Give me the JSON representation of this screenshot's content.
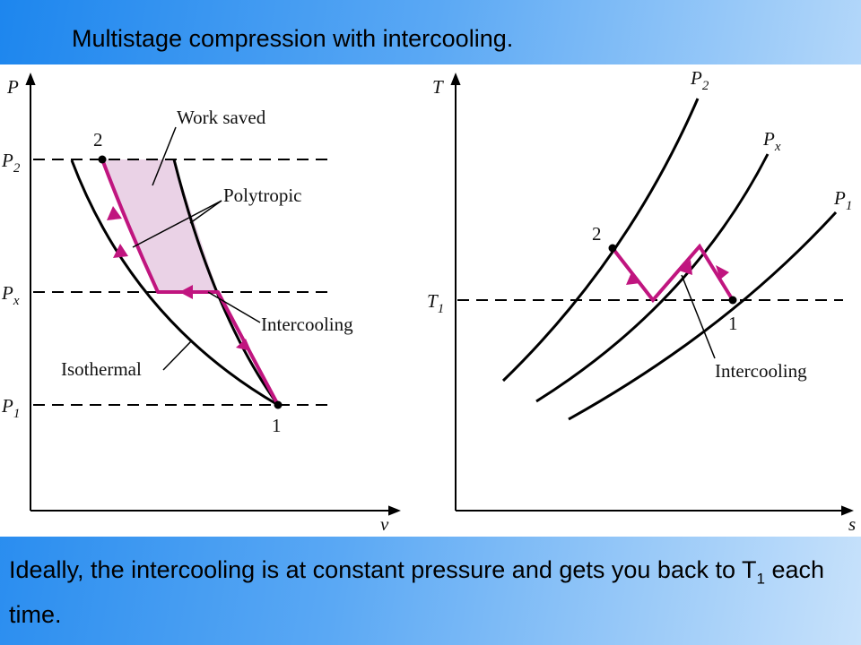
{
  "title": "Multistage compression with intercooling.",
  "caption": {
    "part1": "Ideally, the intercooling is at constant pressure and gets you back to T",
    "subscript": "1",
    "part2": " each time."
  },
  "pv_diagram": {
    "y_axis": {
      "symbol": "P"
    },
    "x_axis": {
      "symbol": "v"
    },
    "pressure_levels": [
      {
        "base": "P",
        "sub": "2"
      },
      {
        "base": "P",
        "sub": "x"
      },
      {
        "base": "P",
        "sub": "1"
      }
    ],
    "state_labels": [
      "2",
      "1"
    ],
    "annotations": {
      "work_saved": "Work saved",
      "polytropic": "Polytropic",
      "intercooling": "Intercooling",
      "isothermal": "Isothermal"
    }
  },
  "ts_diagram": {
    "y_axis": {
      "symbol": "T"
    },
    "x_axis": {
      "symbol": "s"
    },
    "temperature_level": {
      "base": "T",
      "sub": "1"
    },
    "isobars": [
      {
        "base": "P",
        "sub": "2"
      },
      {
        "base": "P",
        "sub": "x"
      },
      {
        "base": "P",
        "sub": "1"
      }
    ],
    "state_labels": [
      "2",
      "1"
    ],
    "annotations": {
      "intercooling": "Intercooling"
    }
  },
  "colors": {
    "process_path": "#c0157f",
    "work_fill": "#ead2e6",
    "curve": "#000000",
    "background_top": "#1d86ee",
    "background_right": "#c8e2fb"
  },
  "icons": [
    "arrowhead-icon",
    "state-point-icon"
  ]
}
